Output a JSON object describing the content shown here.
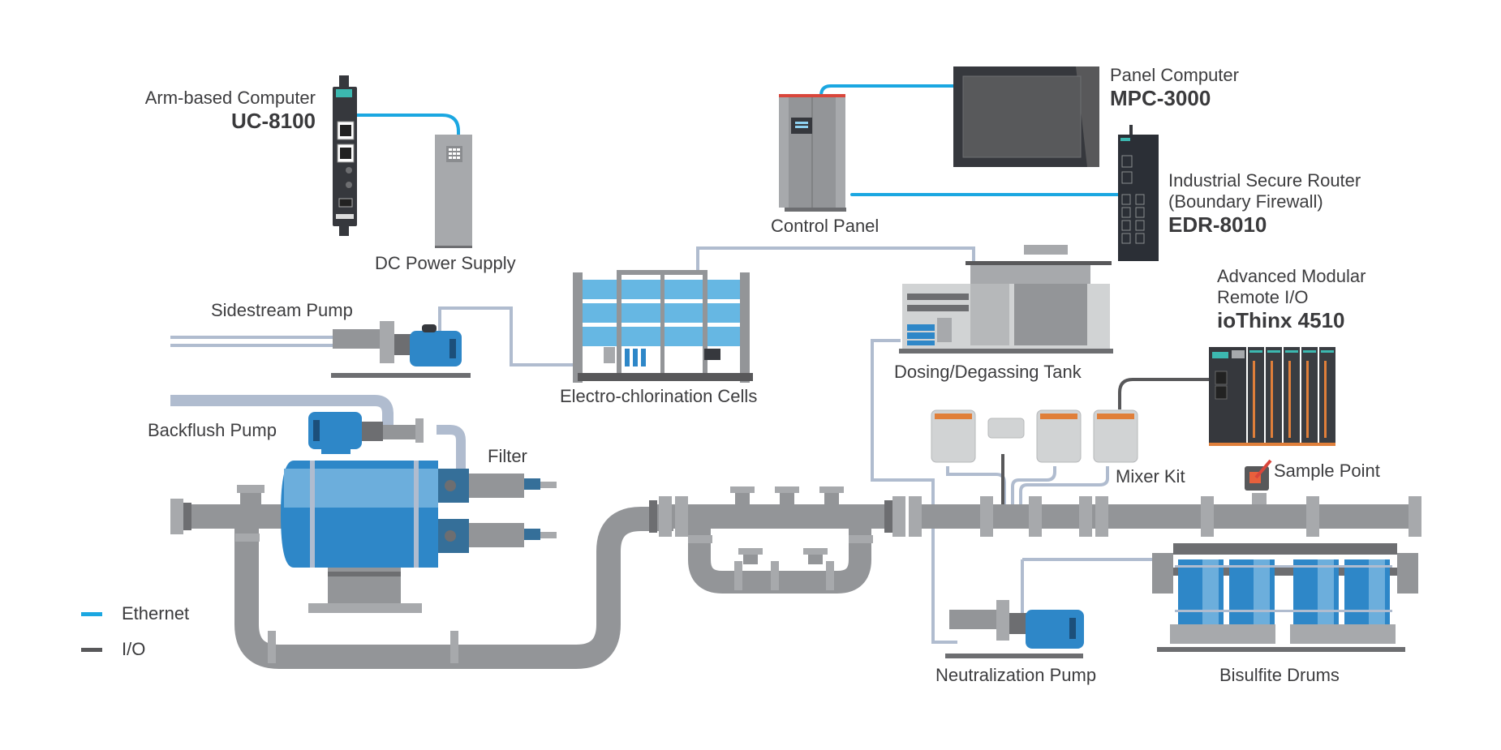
{
  "colors": {
    "ethernet": "#1ba7e1",
    "io": "#58585a",
    "pipe_light": "#b0bccf",
    "pipe_gray": "#939598",
    "flange": "#a7a9ac",
    "flange_dark": "#6d6e71",
    "equipment_blue": "#2e87c8",
    "equipment_blue_light": "#6caedc",
    "device_dark": "#36383d",
    "accent_teal": "#3cb8b0",
    "accent_orange": "#e07f3a",
    "accent_red": "#d9463b"
  },
  "devices": {
    "uc8100": {
      "category": "Arm-based Computer",
      "model": "UC-8100"
    },
    "dc_power": {
      "label": "DC Power Supply"
    },
    "control_panel": {
      "label": "Control Panel"
    },
    "mpc3000": {
      "category": "Panel Computer",
      "model": "MPC-3000"
    },
    "edr8010": {
      "category_line1": "Industrial Secure Router",
      "category_line2": "(Boundary Firewall)",
      "model": "EDR-8010"
    },
    "iothinx": {
      "category_line1": "Advanced Modular",
      "category_line2": "Remote I/O",
      "model": "ioThinx 4510"
    }
  },
  "equipment": {
    "sidestream_pump": "Sidestream Pump",
    "backflush_pump": "Backflush Pump",
    "filter": "Filter",
    "electro_chlorination": "Electro-chlorination Cells",
    "dosing_tank": "Dosing/Degassing Tank",
    "mixer_kit": "Mixer Kit",
    "sample_point": "Sample Point",
    "neutralization_pump": "Neutralization Pump",
    "bisulfite_drums": "Bisulfite Drums"
  },
  "legend": {
    "items": [
      {
        "label": "Ethernet",
        "color": "#1ba7e1"
      },
      {
        "label": "I/O",
        "color": "#58585a"
      }
    ]
  }
}
